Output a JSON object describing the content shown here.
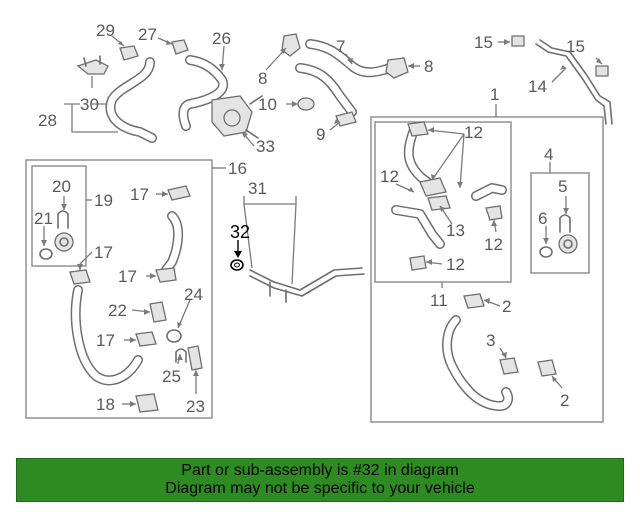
{
  "callouts": {
    "c1": "1",
    "c2a": "2",
    "c2b": "2",
    "c3": "3",
    "c4": "4",
    "c5": "5",
    "c6": "6",
    "c7": "7",
    "c8a": "8",
    "c8b": "8",
    "c9": "9",
    "c10": "10",
    "c11": "11",
    "c12a": "12",
    "c12b": "12",
    "c12c": "12",
    "c12d": "12",
    "c13": "13",
    "c14": "14",
    "c15a": "15",
    "c15b": "15",
    "c16": "16",
    "c17a": "17",
    "c17b": "17",
    "c17c": "17",
    "c17d": "17",
    "c18": "18",
    "c19": "19",
    "c20": "20",
    "c21": "21",
    "c22": "22",
    "c23": "23",
    "c24": "24",
    "c25": "25",
    "c26": "26",
    "c27": "27",
    "c28": "28",
    "c29": "29",
    "c30": "30",
    "c31": "31",
    "c32": "32",
    "c33": "33"
  },
  "highlighted_part": "32",
  "colors": {
    "banner_bg": "#2e8b22",
    "line": "#6e6e6e",
    "highlight": "#000000"
  },
  "banner": {
    "line1": "Part or sub-assembly is #32 in diagram",
    "line2": "Diagram may not be specific to your vehicle"
  }
}
